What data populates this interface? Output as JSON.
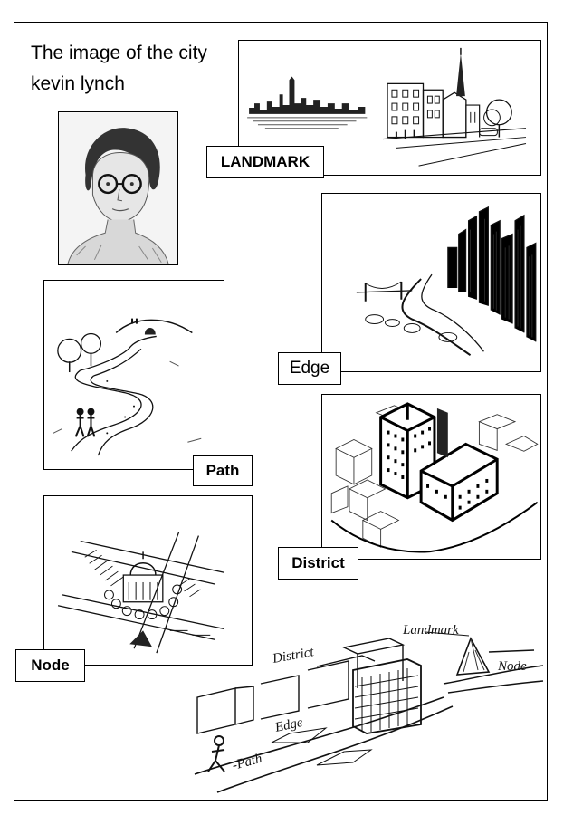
{
  "title": {
    "line1": "The image of the city",
    "line2": "kevin lynch"
  },
  "labels": {
    "landmark": "LANDMARK",
    "edge": "Edge",
    "path": "Path",
    "district": "District",
    "node": "Node"
  },
  "summary_sketch": {
    "district": "District",
    "landmark": "Landmark",
    "node": "Node",
    "edge": "Edge",
    "path": "-Path"
  }
}
